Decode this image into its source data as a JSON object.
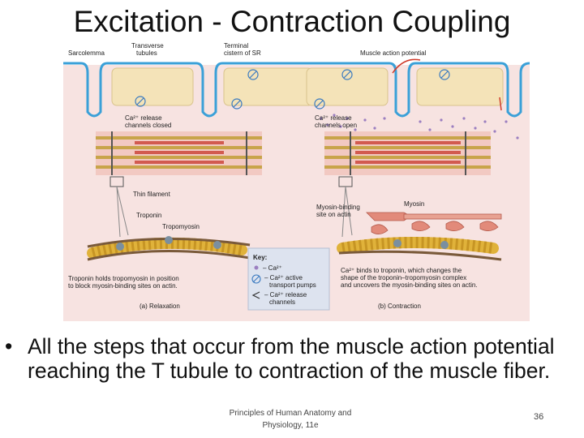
{
  "slide": {
    "title": "Excitation - Contraction Coupling",
    "bullet": "All the steps that occur from the muscle action potential reaching the T tubule to contraction of the muscle fiber.",
    "bullet_marker": "•",
    "footer": "Principles of Human Anatomy and Physiology, 11e",
    "page_number": "36"
  },
  "figure": {
    "labels": {
      "sarcolemma": "Sarcolemma",
      "transverse_tubules_1": "Transverse",
      "transverse_tubules_2": "tubules",
      "terminal_cistern_1": "Terminal",
      "terminal_cistern_2": "cistern of SR",
      "muscle_action_potential": "Muscle action potential",
      "ca_release_closed_1": "Ca²⁺ release",
      "ca_release_closed_2": "channels closed",
      "ca_release_open_1": "Ca²⁺ release",
      "ca_release_open_2": "channels open",
      "thin_filament": "Thin filament",
      "troponin": "Troponin",
      "tropomyosin": "Tropomyosin",
      "myosin_binding_1": "Myosin-binding",
      "myosin_binding_2": "site on actin",
      "myosin": "Myosin",
      "relaxation_caption_1": "Troponin holds tropomyosin in position",
      "relaxation_caption_2": "to block myosin-binding sites on actin.",
      "contraction_caption_1": "Ca²⁺ binds to troponin, which changes the",
      "contraction_caption_2": "shape of the troponin–tropomyosin complex",
      "contraction_caption_3": "and uncovers the myosin-binding sites on actin.",
      "panel_a": "(a) Relaxation",
      "panel_b": "(b) Contraction"
    },
    "key": {
      "title": "Key:",
      "item1": "– Ca²⁺",
      "item2a": "– Ca²⁺ active",
      "item2b": "transport pumps",
      "item3a": "– Ca²⁺ release",
      "item3b": "channels"
    },
    "colors": {
      "background": "#f7e3e1",
      "membrane": "#3aa0d8",
      "sr_cistern": "#f4e3b8",
      "actin": "#e0b23a",
      "tropomyosin": "#7a5a3a",
      "myosin": "#e28a7a",
      "calcium": "#9b7fc0",
      "key_box": "#dde3ef"
    }
  }
}
